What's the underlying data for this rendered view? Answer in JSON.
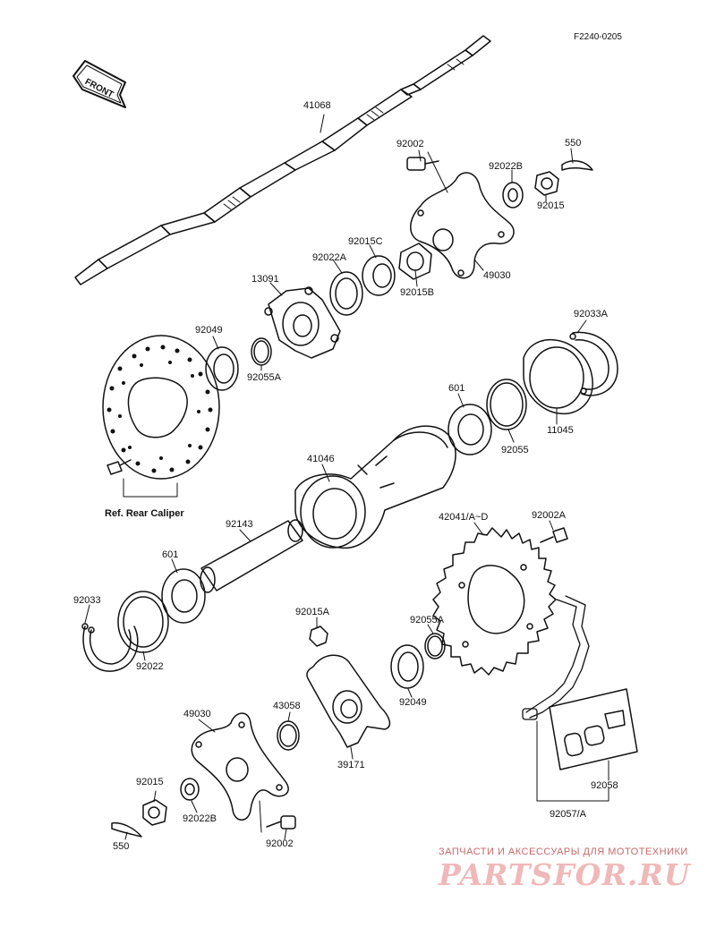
{
  "diagram_code": "F2240-0205",
  "front_label": "FRONT",
  "reference_note": "Ref. Rear Caliper",
  "watermark": {
    "tagline": "ЗАПЧАСТИ И АКСЕССУАРЫ ДЛЯ МОТОТЕХНИКИ",
    "brand": "PARTSFOR.RU"
  },
  "labels": {
    "p41068": "41068",
    "p92002_top": "92002",
    "p550_top": "550",
    "p92022B_top": "92022B",
    "p92015_top": "92015",
    "p92015C": "92015C",
    "p92022A": "92022A",
    "p13091": "13091",
    "p92015B": "92015B",
    "p49030_top": "49030",
    "p92049_top": "92049",
    "p92055A_top": "92055A",
    "p92033A": "92033A",
    "p601_top": "601",
    "p11045": "11045",
    "p92055": "92055",
    "p41046": "41046",
    "p92143": "92143",
    "p42041": "42041/A~D",
    "p92002A": "92002A",
    "p601_bot": "601",
    "p92033": "92033",
    "p92022": "92022",
    "p92015A": "92015A",
    "p92055A_bot": "92055A",
    "p43058": "43058",
    "p92049_bot": "92049",
    "p49030_bot": "49030",
    "p39171": "39171",
    "p92015_bot": "92015",
    "p92022B_bot": "92022B",
    "p550_bot": "550",
    "p92002_bot": "92002",
    "p92058": "92058",
    "p92057": "92057/A"
  }
}
